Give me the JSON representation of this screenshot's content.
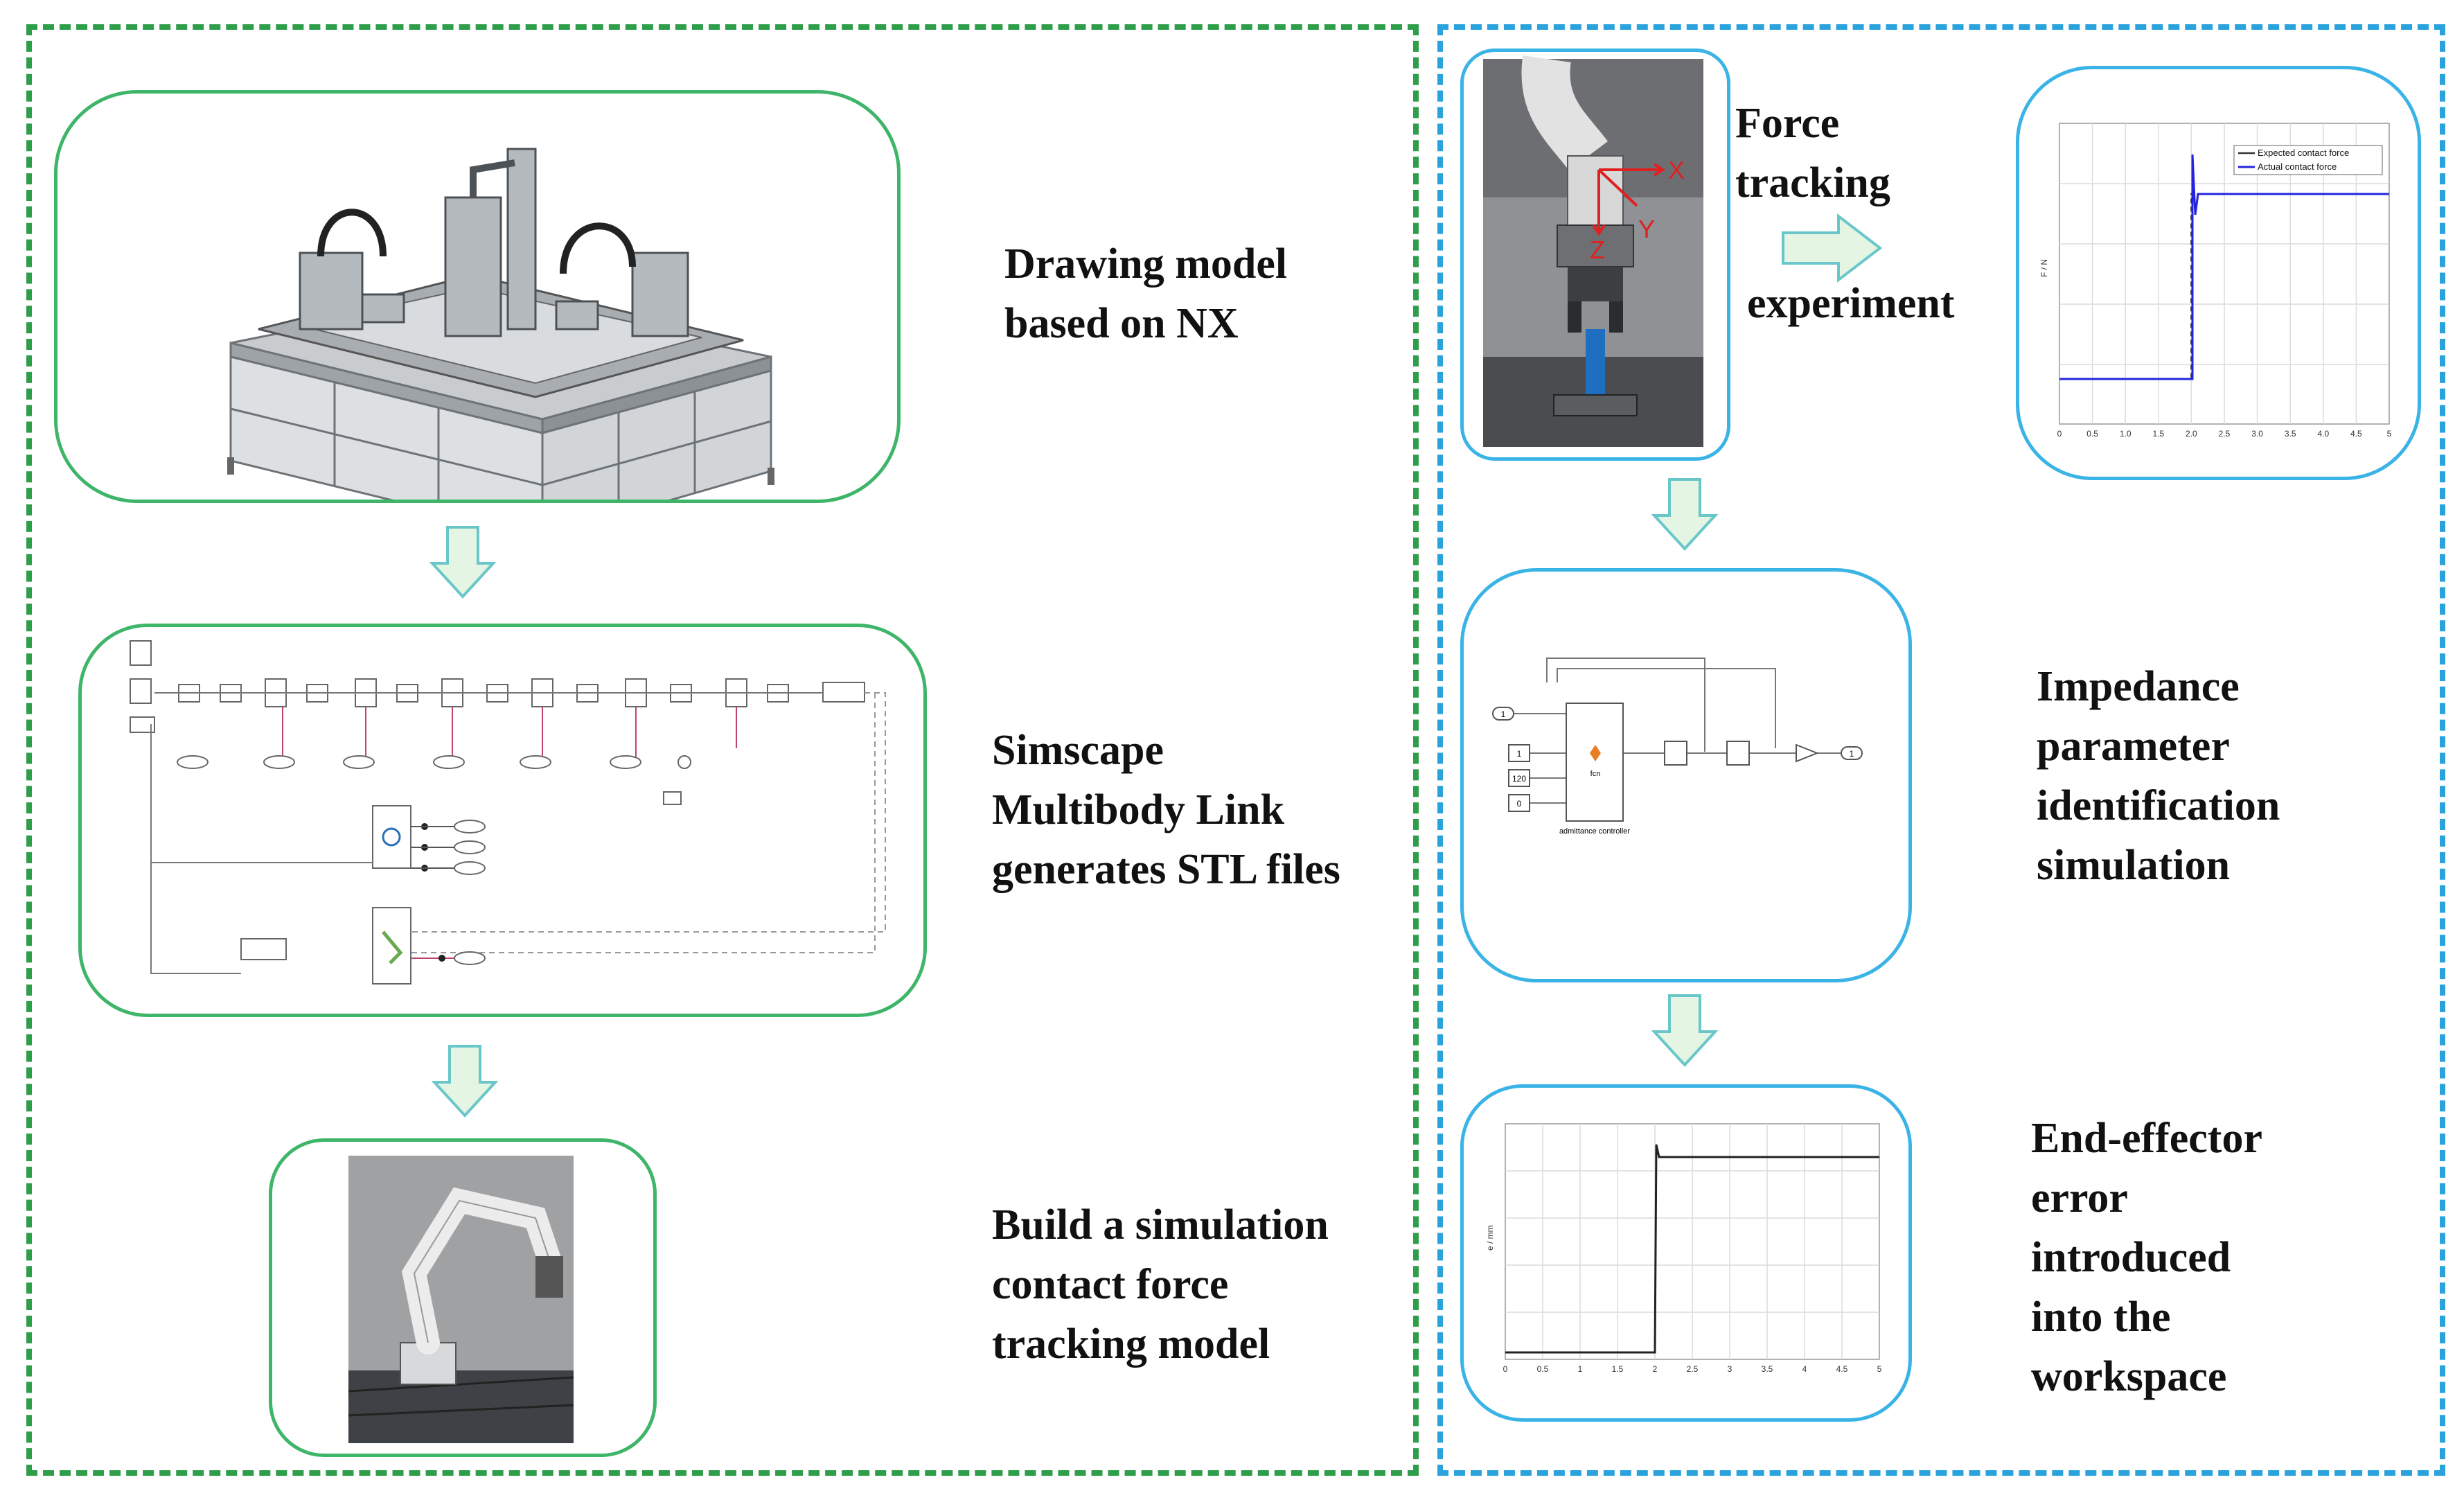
{
  "left_steps": [
    {
      "label_lines": [
        "Drawing model",
        "based on NX"
      ]
    },
    {
      "label_lines": [
        "Simscape",
        "Multibody Link",
        "generates STL files"
      ]
    },
    {
      "label_lines": [
        "Build a simulation",
        "contact force",
        "tracking model"
      ]
    }
  ],
  "right_steps": [
    {
      "label_lines": [
        "Force",
        "tracking",
        "experiment"
      ]
    },
    {
      "label_lines": [
        "Impedance",
        "parameter",
        "identification",
        "simulation"
      ]
    },
    {
      "label_lines": [
        "End-effector",
        "error",
        "introduced",
        "into the",
        "workspace"
      ]
    }
  ],
  "robot_photo": {
    "axis_x": "X",
    "axis_y": "Y",
    "axis_z": "Z"
  },
  "force_chart": {
    "legend": [
      "Expected contact force",
      "Actual contact force"
    ],
    "ylabel": "F / N",
    "xticks": [
      "0",
      "0.5",
      "1.0",
      "1.5",
      "2.0",
      "2.5",
      "3.0",
      "3.5",
      "4.0",
      "4.5",
      "5"
    ]
  },
  "error_chart": {
    "ylabel": "e / mm",
    "xticks": [
      "0",
      "0.5",
      "1",
      "1.5",
      "2",
      "2.5",
      "3",
      "3.5",
      "4",
      "4.5",
      "5"
    ]
  },
  "simulink_blocks": {
    "c1": "1",
    "c2": "120",
    "c3": "0",
    "controller": "admittance controller",
    "fcn": "fcn",
    "in1": "1",
    "out1": "1"
  },
  "colors": {
    "green": "#2e9e4a",
    "blue": "#2aa3dd",
    "arrow_fill": "#e4f5e4",
    "arrow_stroke": "#6ac7c9"
  }
}
